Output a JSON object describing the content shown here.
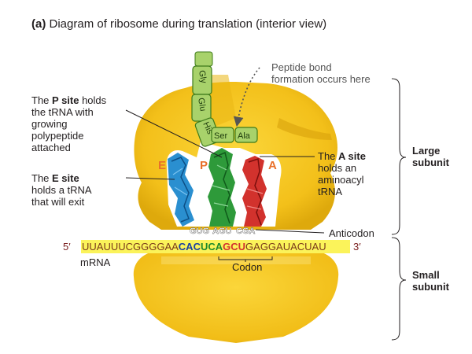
{
  "figure": {
    "label": "(a)",
    "title": "Diagram of ribosome during translation (interior view)"
  },
  "sites": {
    "E": "E",
    "P": "P",
    "A": "A"
  },
  "peptide": [
    "Gly",
    "Glu",
    "His",
    "Ser",
    "Ala"
  ],
  "annotations": {
    "peptide_bond": [
      "Peptide bond",
      "formation occurs here"
    ],
    "p_site": {
      "pre": "The ",
      "bold": "P site",
      "post": " holds",
      "rest": [
        "the tRNA with",
        "growing",
        "polypeptide",
        "attached"
      ]
    },
    "e_site": {
      "pre": "The ",
      "bold": "E site",
      "rest": [
        "holds a tRNA",
        "that will exit"
      ]
    },
    "a_site": {
      "pre": "The ",
      "bold": "A site",
      "rest": [
        "holds an",
        "aminoacyl",
        "tRNA"
      ]
    },
    "anticodon": "Anticodon",
    "codon": "Codon",
    "mrna_label": "mRNA"
  },
  "anticodons": [
    "GUG",
    "AGU",
    "CGA"
  ],
  "mrna": {
    "five_prime": "5′",
    "three_prime": "3′",
    "seq_left": "UUAUUUCGGGGAA",
    "codon_e": "CAC",
    "codon_p": "UCA",
    "codon_a": "GCU",
    "seq_right": "GAGGAUACUAU"
  },
  "subunits": {
    "large": [
      "Large",
      "subunit"
    ],
    "small": [
      "Small",
      "subunit"
    ]
  },
  "colors": {
    "ribosome": "#f5c518",
    "ribosome_dark": "#e0a800",
    "site_text": "#e8702a",
    "peptide_fill": "#a8d26b",
    "peptide_stroke": "#3d7a1a",
    "trna_e": "#2a8fd0",
    "trna_p": "#2e9a3a",
    "trna_a": "#d2322d",
    "mrna_highlight": "#fbf35a",
    "codon_e": "#1a3fa0",
    "codon_p": "#1e8a2a",
    "codon_a": "#d2322d"
  }
}
